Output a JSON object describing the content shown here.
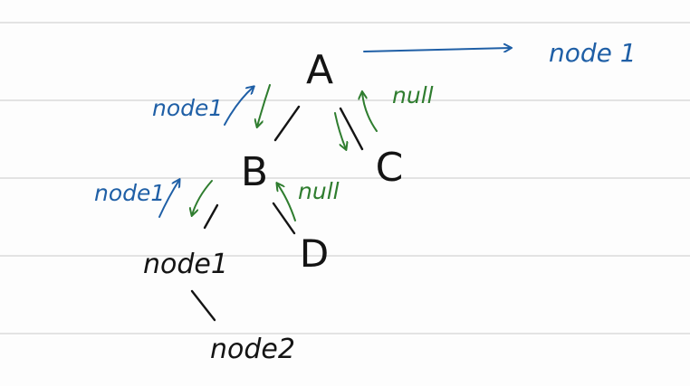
{
  "colors": {
    "paper": "#fdfdfd",
    "rule": "#c9c9c9",
    "ink": "#141414",
    "blue": "#1f5fa6",
    "green": "#2f7d2f"
  },
  "nodes": {
    "a": "A",
    "b": "B",
    "c": "C",
    "d": "D",
    "node1": "node1",
    "node2": "node2"
  },
  "annotations": {
    "result_right": "node 1",
    "return_to_a": "node1",
    "return_to_b": "node1",
    "null_from_c": "null",
    "null_from_d": "null"
  }
}
